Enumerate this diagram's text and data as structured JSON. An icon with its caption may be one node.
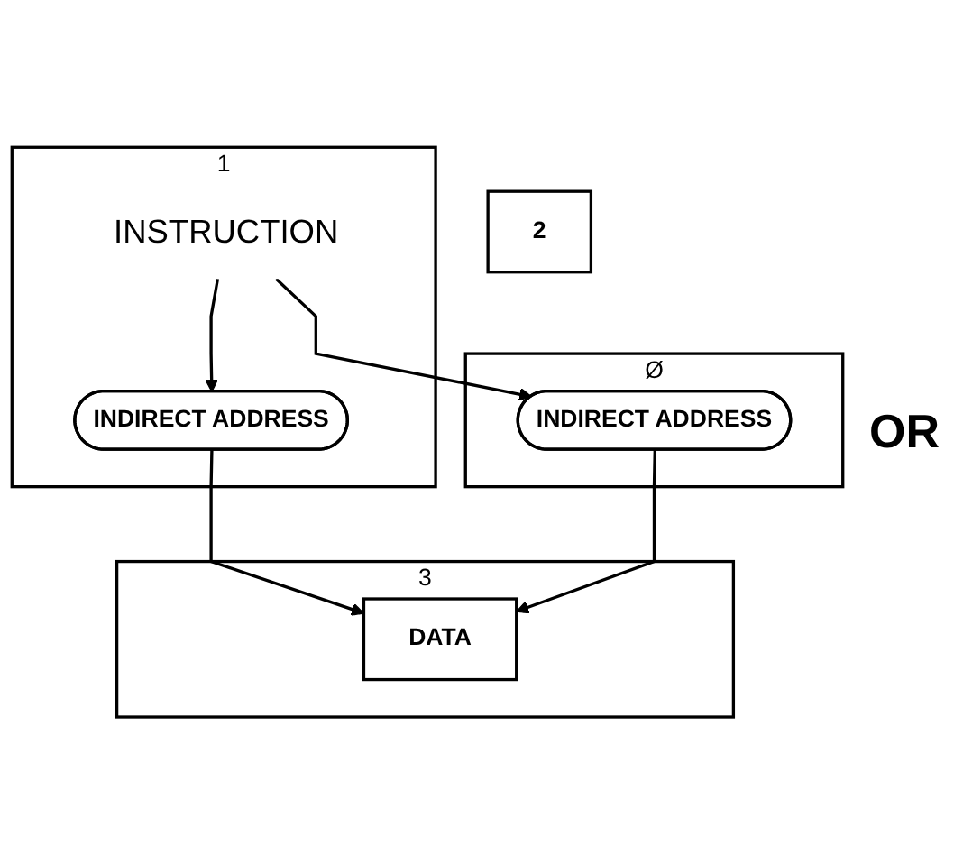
{
  "diagram": {
    "nodes": [
      {
        "text": [
          "3"
        ]
      },
      {
        "text": [
          "DATA"
        ],
        "in": 0
      },
      {
        "text": [
          "2"
        ]
      },
      {
        "text": [
          "1"
        ]
      },
      {
        "text": [
          "INSTRUCTION"
        ],
        "in": 3
      },
      {
        "text": [
          "INDIRECT ADDRESS"
        ],
        "in": 3
      },
      {
        "text": [
          "Ø"
        ]
      },
      {
        "text": [
          "INDIRECT ADDRESS"
        ],
        "in": 6
      }
    ],
    "edges": [
      {
        "from": 4,
        "to": 5,
        "arrow": "to"
      },
      {
        "from": 4,
        "to": 7,
        "arrow": "to"
      },
      {
        "from": 5,
        "to": 1,
        "arrow": "to"
      },
      {
        "from": 7,
        "to": 1,
        "arrow": "to"
      }
    ],
    "labels": [
      "OR"
    ]
  }
}
